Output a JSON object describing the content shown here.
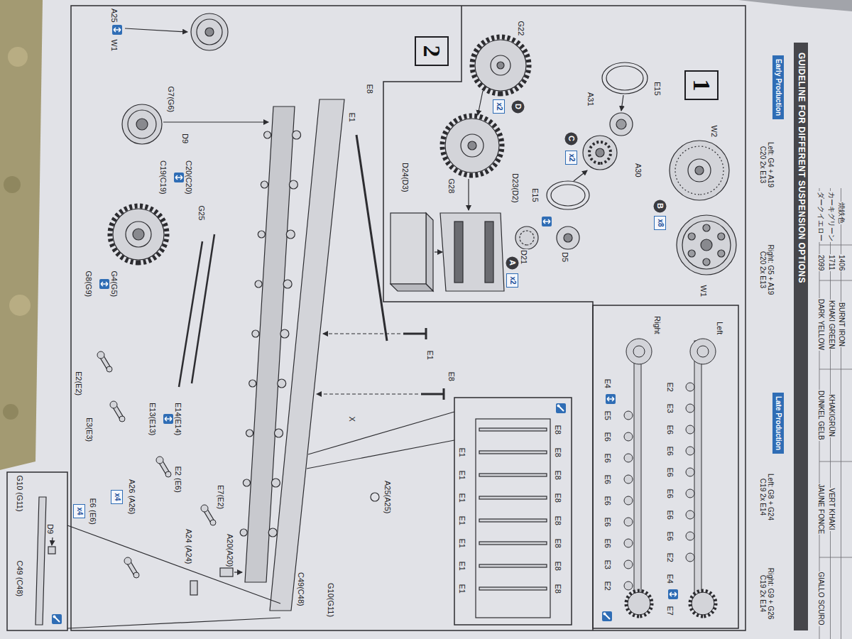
{
  "diagram": {
    "nodes": [
      {
        "text": [
          "GUIDELINE FOR DIFFERENT SUSPENSION OPTIONS"
        ]
      },
      {
        "text": [
          "Early Production"
        ]
      },
      {
        "text": [
          "Late Production"
        ]
      },
      {
        "text": [
          "1"
        ]
      },
      {
        "text": [
          "2"
        ]
      },
      {
        "text": [
          "B"
        ]
      },
      {
        "text": [
          "x8"
        ]
      },
      {
        "text": [
          "C"
        ]
      },
      {
        "text": [
          "x2"
        ]
      },
      {
        "text": [
          "D"
        ]
      },
      {
        "text": [
          "x2"
        ]
      },
      {
        "text": [
          "A"
        ]
      },
      {
        "text": [
          "x2"
        ]
      },
      {
        "text": [
          "x4"
        ]
      },
      {
        "text": [
          "x4"
        ]
      }
    ],
    "labels": [
      "焼鉄色",
      "1406",
      "BURNT IRON",
      "カーキグリーン",
      "1711",
      "KHAKI GREEN",
      "KHAKIGRÜN",
      "VERT KHAKI",
      "ダークイエロー",
      "2099",
      "DARK YELLOW",
      "DUNKEL GELB",
      "JAUNE FONCE",
      "GIALLO SCURO",
      "Left: G4 + A19 C20 2x E13",
      "Right: G5 + A19 C20 2x E13",
      "Left: G8 + G24 C19 2x E14",
      "Right: G9 + G26 C19 2x E14",
      "W2",
      "W1",
      "E15",
      "A30",
      "A31",
      "E15",
      "G22",
      "G28",
      "D23(D2)",
      "D24(D3)",
      "D21",
      "D5",
      "Left",
      "E2",
      "E3",
      "E6",
      "E6",
      "E6",
      "E6",
      "E6",
      "E6",
      "E2",
      "E4",
      "E7",
      "Right",
      "E4",
      "E5",
      "E6",
      "E6",
      "E6",
      "E6",
      "E6",
      "E6",
      "E3",
      "E2",
      "E8",
      "E1",
      "A25",
      "W1",
      "G7(G6)",
      "D9",
      "C20(C20)",
      "C19(C19)",
      "G25",
      "G4(G5)",
      "G8(G9)",
      "E2(E2)",
      "E3(E3)",
      "E14(E14)",
      "E13(E13)",
      "A26 (A26)",
      "E6 (E6)",
      "E2 (E6)",
      "E7(E2)",
      "A20(A20)",
      "A24 (A24)",
      "C49(C48)",
      "G10(G11)",
      "X",
      "A25(A25)",
      "E1",
      "E8",
      "E8",
      "E8",
      "E8",
      "E8",
      "E8",
      "E8",
      "E8",
      "E8",
      "E1",
      "E1",
      "E1",
      "E1",
      "E1",
      "E1",
      "E1",
      "G10 (G11)",
      "D9",
      "C49 (C48)"
    ]
  }
}
